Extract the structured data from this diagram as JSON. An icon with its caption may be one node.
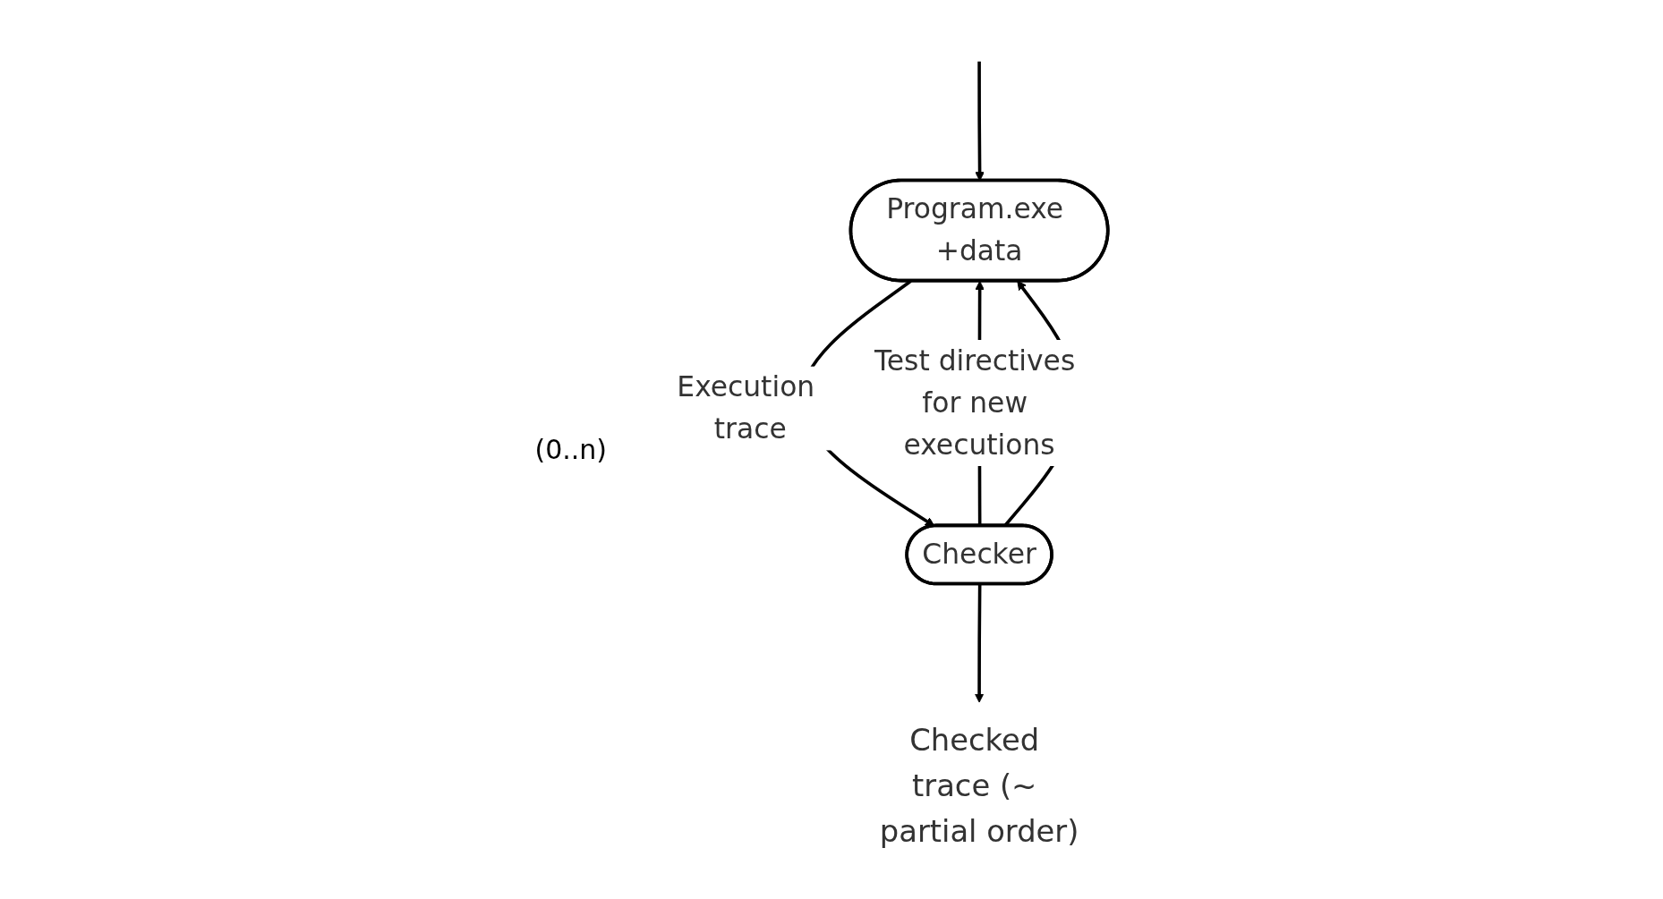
{
  "diagram": {
    "nodes": [
      {
        "text": [
          "Program.exe +data"
        ]
      },
      {
        "text": [
          "Checker"
        ]
      },
      {
        "text": [
          "Checked trace (~ partial order)"
        ]
      }
    ],
    "edges": [
      {
        "from": null,
        "to": 0,
        "arrow": "to"
      },
      {
        "from": 0,
        "to": 1,
        "arrow": "to",
        "label": "Execution trace"
      },
      {
        "from": 1,
        "to": 0,
        "arrow": "to",
        "label": "Test directives for new executions"
      },
      {
        "from": 1,
        "to": 0,
        "arrow": "to"
      },
      {
        "from": 1,
        "to": 2,
        "arrow": "to"
      }
    ],
    "labels": [
      "(0..n)"
    ]
  }
}
